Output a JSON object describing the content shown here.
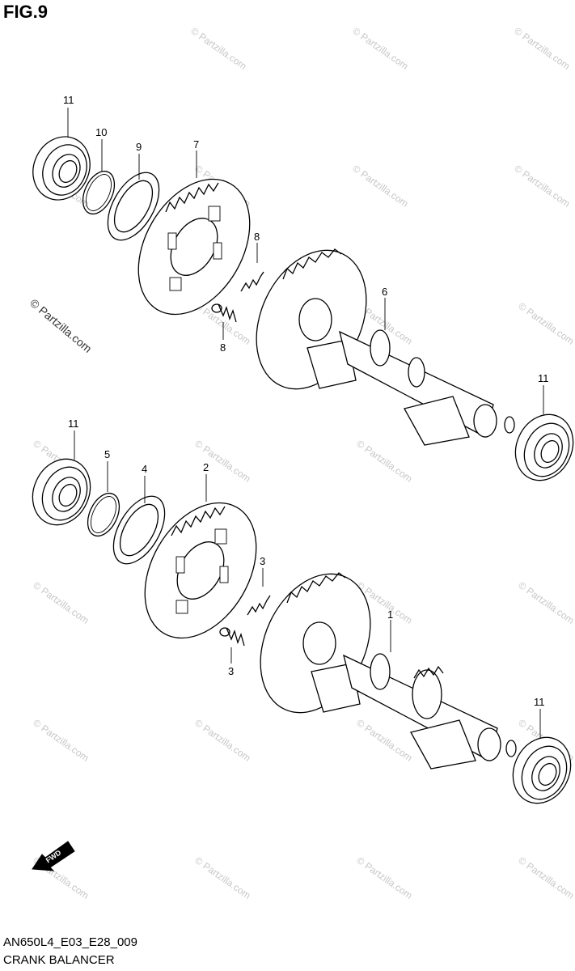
{
  "figure": {
    "title": "FIG.9",
    "code": "AN650L4_E03_E28_009",
    "name": "CRANK BALANCER"
  },
  "watermark": {
    "text": "© Partzilla.com"
  },
  "direction_badge": "FWD",
  "callouts": {
    "top": [
      "11",
      "10",
      "9",
      "7",
      "8",
      "8",
      "6",
      "11"
    ],
    "bottom": [
      "11",
      "5",
      "4",
      "2",
      "3",
      "3",
      "1",
      "11"
    ]
  }
}
